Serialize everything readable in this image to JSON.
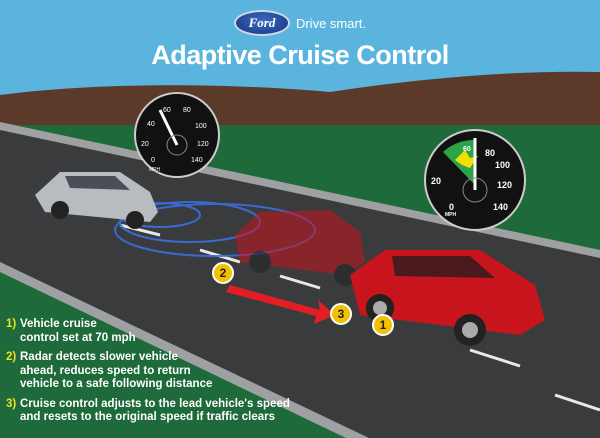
{
  "header": {
    "logo_text": "Ford",
    "slogan": "Drive smart.",
    "title": "Adaptive Cruise Control"
  },
  "gauges": {
    "labels": [
      "0",
      "20",
      "40",
      "60",
      "80",
      "100",
      "120",
      "140"
    ],
    "unit": "MPH",
    "set_speed_mph": 70,
    "reduced_speed_mph": 60
  },
  "markers": [
    "1",
    "2",
    "3"
  ],
  "steps": [
    {
      "num": "1)",
      "text": "Vehicle cruise\ncontrol set at 70 mph"
    },
    {
      "num": "2)",
      "text": "Radar detects slower vehicle\nahead, reduces speed to return\nvehicle to a safe following distance"
    },
    {
      "num": "3)",
      "text": "Cruise control adjusts to the lead vehicle's speed\nand resets to the original speed if traffic clears"
    }
  ],
  "colors": {
    "sky": "#5ab4de",
    "grass": "#1f6a3a",
    "road": "#3a3b3c",
    "car_red": "#c8141c",
    "car_silver": "#b8bcc0",
    "marker": "#f2c200"
  }
}
